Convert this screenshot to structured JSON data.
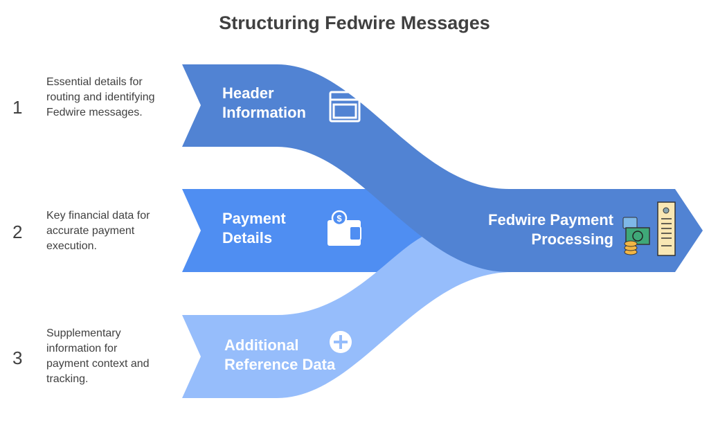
{
  "title": "Structuring Fedwire Messages",
  "steps": [
    {
      "number": "1",
      "label": "Header Information",
      "description": "Essential details for routing and identifying Fedwire messages.",
      "icon": "browser-window-icon",
      "color": "#5183D3"
    },
    {
      "number": "2",
      "label": "Payment Details",
      "description": "Key financial data for accurate payment execution.",
      "icon": "wallet-dollar-icon",
      "color": "#4F8EF2"
    },
    {
      "number": "3",
      "label": "Additional Reference Data",
      "description": "Supplementary information for payment context and tracking.",
      "icon": "plus-circle-icon",
      "color": "#96BDFB"
    }
  ],
  "output": {
    "label": "Fedwire Payment Processing",
    "icon": "payment-receipt-icon"
  }
}
